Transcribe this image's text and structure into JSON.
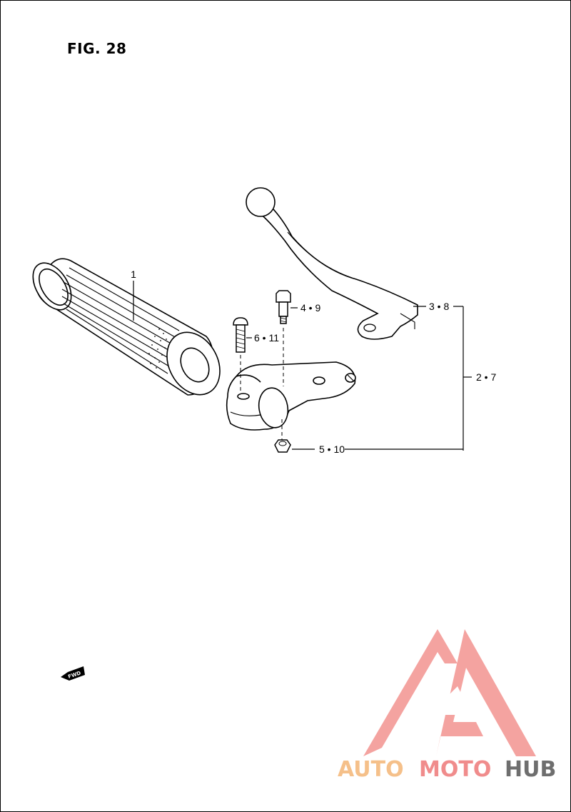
{
  "figure": {
    "title": "FIG. 28"
  },
  "callouts": {
    "grip": "1",
    "lever": "3 • 8",
    "assembly": "2 • 7",
    "pivot_bolt": "4 • 9",
    "clamp_screw": "6 • 11",
    "nut": "5 • 10"
  },
  "fwd_badge": "FWD",
  "watermark": {
    "part1": "AUTO",
    "part2": "MOTO",
    "part3": "HUB",
    "colors": {
      "auto": "#f5c08a",
      "moto": "#f08c8c",
      "hub": "#6e6e6e",
      "logo": "#f39a96"
    }
  }
}
